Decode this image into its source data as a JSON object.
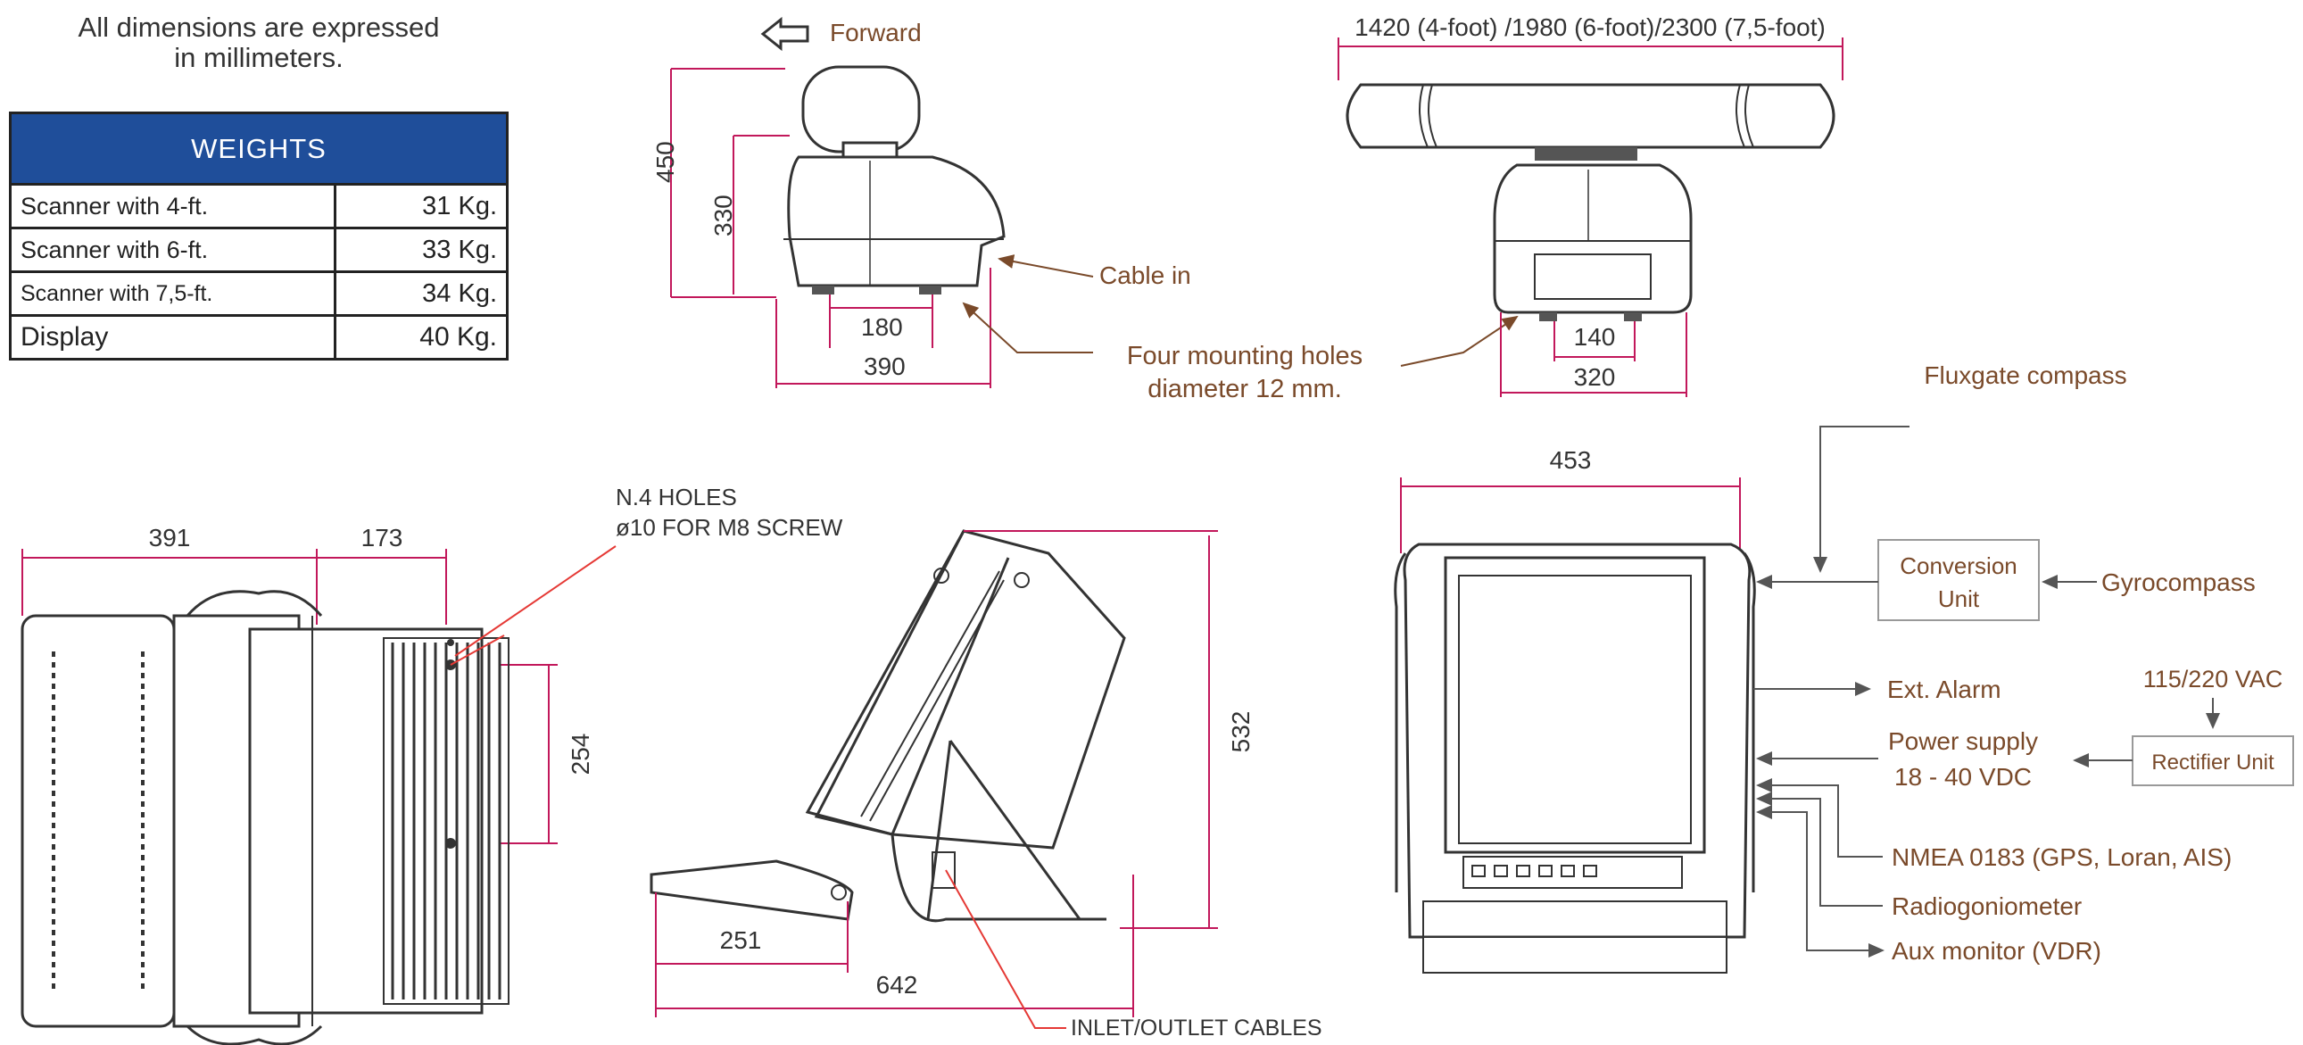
{
  "note": {
    "line1": "All dimensions are expressed",
    "line2": "in millimeters."
  },
  "weights": {
    "title": "WEIGHTS",
    "rows": [
      {
        "item": "Scanner with 4-ft.",
        "value": "31 Kg."
      },
      {
        "item": "Scanner with 6-ft.",
        "value": "33 Kg."
      },
      {
        "item": "Scanner with 7,5-ft.",
        "value": "34 Kg."
      },
      {
        "item": "Display",
        "value": "40 Kg."
      }
    ]
  },
  "scanner_side": {
    "forward": "Forward",
    "height_total": "450",
    "height_body": "330",
    "hole_spacing": "180",
    "width": "390",
    "cable_in": "Cable in"
  },
  "mounting": {
    "line1": "Four mounting holes",
    "line2": "diameter 12 mm."
  },
  "scanner_front": {
    "antenna_lengths": "1420 (4-foot) /1980 (6-foot)/2300 (7,5-foot)",
    "hole_spacing": "140",
    "width": "320"
  },
  "display_top": {
    "depth_rear": "391",
    "depth_front": "173",
    "width": "254",
    "holes_line1": "N.4 HOLES",
    "holes_line2": "ø10 FOR M8 SCREW"
  },
  "display_side": {
    "height": "532",
    "bracket_depth": "251",
    "total_depth": "642",
    "cables": "INLET/OUTLET CABLES"
  },
  "display_front": {
    "width": "453",
    "fluxgate": "Fluxgate compass",
    "conversion_line1": "Conversion",
    "conversion_line2": "Unit",
    "gyro": "Gyrocompass",
    "alarm": "Ext. Alarm",
    "vac": "115/220 VAC",
    "power_line1": "Power supply",
    "power_line2": "18 - 40 VDC",
    "rectifier": "Rectifier Unit",
    "nmea": "NMEA 0183 (GPS, Loran, AIS)",
    "radio": "Radiogoniometer",
    "aux": "Aux monitor (VDR)"
  },
  "colors": {
    "header": "#1f4e9a",
    "dim": "#c2185b",
    "annotation": "#7a4a2a",
    "pointer": "#e53935",
    "outline": "#333333"
  }
}
